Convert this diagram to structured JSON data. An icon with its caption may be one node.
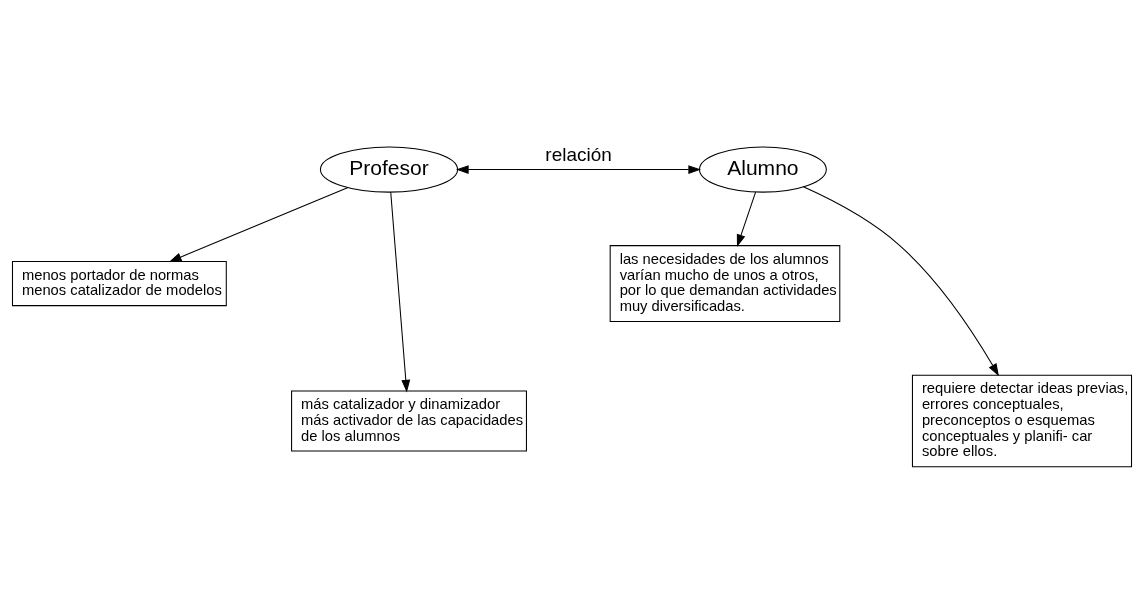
{
  "diagram": {
    "nodes": [
      {
        "text": [
          "Profesor"
        ]
      },
      {
        "text": [
          "Alumno"
        ]
      },
      {
        "text": [
          "menos portador de normas",
          "menos catalizador de modelos"
        ]
      },
      {
        "text": [
          "más catalizador y dinamizador",
          "más activador de las capacidades de los alumnos"
        ]
      },
      {
        "text": [
          "las necesidades de los alumnos varían mucho de unos a otros, por lo que demandan actividades muy diversificadas."
        ]
      },
      {
        "text": [
          "requiere detectar ideas previas, errores conceptuales, preconceptos o esquemas conceptuales y planifi- car sobre ellos."
        ]
      }
    ],
    "edges": [
      {
        "from": 0,
        "to": 1,
        "arrow": "both",
        "label": "relación"
      },
      {
        "from": 0,
        "to": 2,
        "arrow": "to"
      },
      {
        "from": 0,
        "to": 3,
        "arrow": "to"
      },
      {
        "from": 1,
        "to": 4,
        "arrow": "to"
      },
      {
        "from": 1,
        "to": 5,
        "arrow": "to"
      }
    ]
  }
}
